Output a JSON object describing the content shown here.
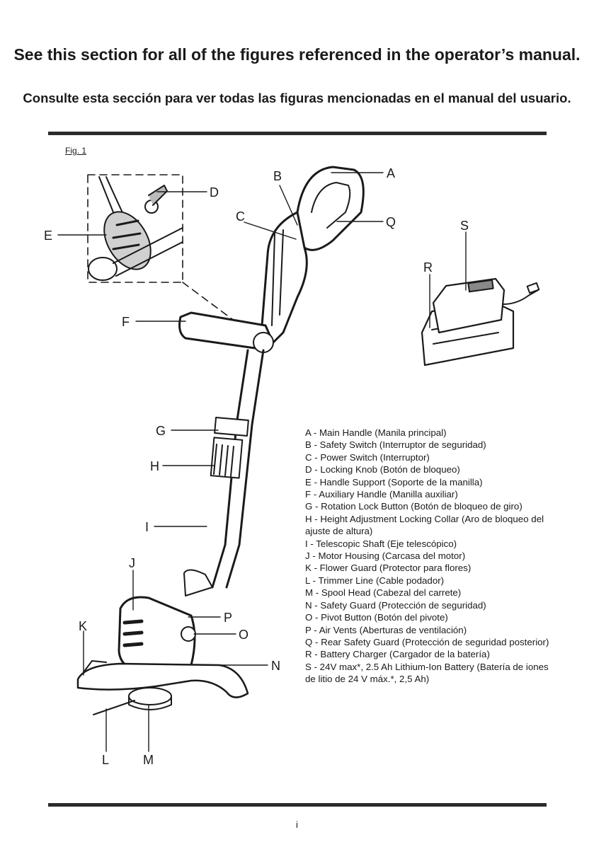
{
  "header": {
    "title_en": "See this section for all of the figures referenced in the operator’s manual.",
    "title_es": "Consulte esta sección para ver todas las figuras mencionadas en el manual del usuario."
  },
  "figure": {
    "label": "Fig. 1",
    "callouts": {
      "A": "A",
      "B": "B",
      "C": "C",
      "D": "D",
      "E": "E",
      "F": "F",
      "G": "G",
      "H": "H",
      "I": "I",
      "J": "J",
      "K": "K",
      "L": "L",
      "M": "M",
      "N": "N",
      "O": "O",
      "P": "P",
      "Q": "Q",
      "R": "R",
      "S": "S"
    },
    "legend": [
      "A - Main Handle (Manila principal)",
      "B - Safety Switch (Interruptor de seguridad)",
      "C - Power Switch (Interruptor)",
      "D - Locking Knob (Botón de bloqueo)",
      "E - Handle Support (Soporte de la manilla)",
      "F - Auxiliary Handle (Manilla auxiliar)",
      "G - Rotation Lock Button (Botón de bloqueo de giro)",
      "H - Height Adjustment Locking Collar (Aro de bloqueo del ajuste de altura)",
      "I - Telescopic Shaft (Eje telescópico)",
      "J - Motor Housing (Carcasa del motor)",
      "K - Flower Guard (Protector para flores)",
      "L - Trimmer Line (Cable podador)",
      "M - Spool Head (Cabezal del carrete)",
      "N - Safety Guard (Protección de seguridad)",
      "O - Pivot Button (Botón del pivote)",
      "P - Air Vents (Aberturas de ventilación)",
      "Q - Rear Safety Guard (Protección de seguridad posterior)",
      "R - Battery Charger (Cargador de la batería)",
      "S - 24V max*, 2.5 Ah Lithium-Ion Battery (Batería de iones de litio de 24 V máx.*, 2,5 Ah)"
    ]
  },
  "footer": {
    "page_number": "i"
  }
}
